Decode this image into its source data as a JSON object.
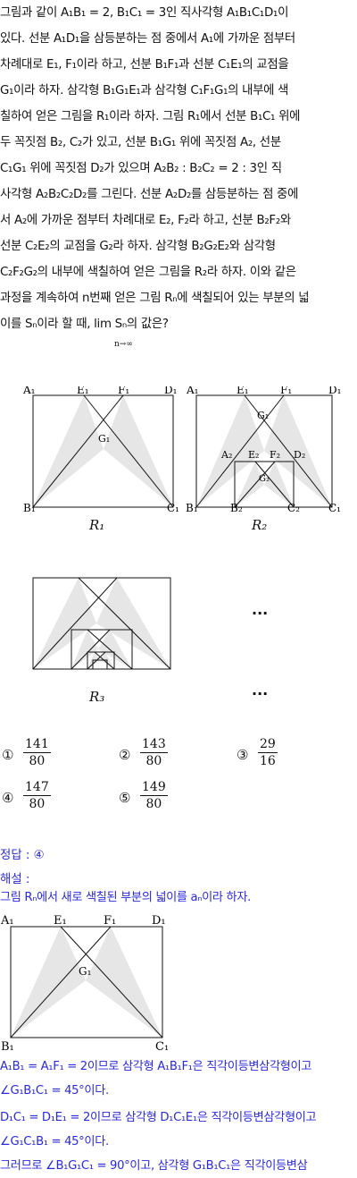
{
  "problem": {
    "lines": [
      "그림과 같이 A₁B₁ = 2, B₁C₁ = 3인 직사각형 A₁B₁C₁D₁이",
      "있다. 선분 A₁D₁을 삼등분하는 점 중에서 A₁에 가까운 점부터",
      "차례대로 E₁, F₁이라 하고, 선분 B₁F₁과 선분 C₁E₁의 교점을",
      "G₁이라 하자. 삼각형 B₁G₁E₁과 삼각형 C₁F₁G₁의 내부에 색",
      "칠하여 얻은 그림을 R₁이라 하자. 그림 R₁에서 선분 B₁C₁ 위에",
      "두 꼭짓점 B₂, C₂가 있고, 선분 B₁G₁ 위에 꼭짓점 A₂, 선분",
      "C₁G₁ 위에 꼭짓점 D₂가 있으며 A₂B₂ : B₂C₂ = 2 : 3인 직",
      "사각형 A₂B₂C₂D₂를 그린다. 선분 A₂D₂를 삼등분하는 점 중에",
      "서 A₂에 가까운 점부터 차례대로 E₂, F₂라 하고, 선분 B₂F₂와",
      "선분 C₂E₂의 교점을 G₂라 하자. 삼각형 B₂G₂E₂와 삼각형",
      "C₂F₂G₂의 내부에 색칠하여 얻은 그림을 R₂라 하자. 이와 같은",
      "과정을 계속하여 n번째 얻은 그림 Rₙ에 색칠되어 있는 부분의 넓",
      "이를 Sₙ이라 할 때, lim Sₙ의 값은?"
    ],
    "limit_sub": "n→∞"
  },
  "figures": {
    "r1": {
      "caption": "R₁",
      "labels": {
        "A": "A₁",
        "E": "E₁",
        "F": "F₁",
        "D": "D₁",
        "G": "G₁",
        "B": "B₁",
        "C": "C₁"
      }
    },
    "r2": {
      "caption": "R₂",
      "labels": {
        "A1": "A₁",
        "E1": "E₁",
        "F1": "F₁",
        "D1": "D₁",
        "G1": "G₁",
        "A2": "A₂",
        "E2": "E₂",
        "F2": "F₂",
        "D2": "D₂",
        "G2": "G₂",
        "B1": "B₁",
        "B2": "B₂",
        "C2": "C₂",
        "C1": "C₁"
      }
    },
    "r3": {
      "caption": "R₃"
    },
    "ellipsis": "···"
  },
  "choices": [
    {
      "marker": "①",
      "num": "141",
      "den": "80"
    },
    {
      "marker": "②",
      "num": "143",
      "den": "80"
    },
    {
      "marker": "③",
      "num": "29",
      "den": "16"
    },
    {
      "marker": "④",
      "num": "147",
      "den": "80"
    },
    {
      "marker": "⑤",
      "num": "149",
      "den": "80"
    }
  ],
  "solution": {
    "answer": "정답 : ④",
    "heading": "해설 :",
    "intro": "그림 Rₙ에서 새로 색칠된 부분의 넓이를 aₙ이라 하자.",
    "fig_labels": {
      "A": "A₁",
      "E": "E₁",
      "F": "F₁",
      "D": "D₁",
      "G": "G₁",
      "B": "B₁",
      "C": "C₁"
    },
    "lines": [
      "A₁B₁ = A₁F₁ = 2이므로 삼각형 A₁B₁F₁은 직각이등변삼각형이고",
      "∠G₁B₁C₁ = 45°이다.",
      "D₁C₁ = D₁E₁ = 2이므로 삼각형 D₁C₁E₁은 직각이등변삼각형이고",
      "∠G₁C₁B₁ = 45°이다.",
      "그러므로 ∠B₁G₁C₁ = 90°이고, 삼각형 G₁B₁C₁은 직각이등변삼"
    ]
  },
  "colors": {
    "shade": "#e6e6e6",
    "line": "#111111",
    "solution_text": "#2a2ad8"
  }
}
